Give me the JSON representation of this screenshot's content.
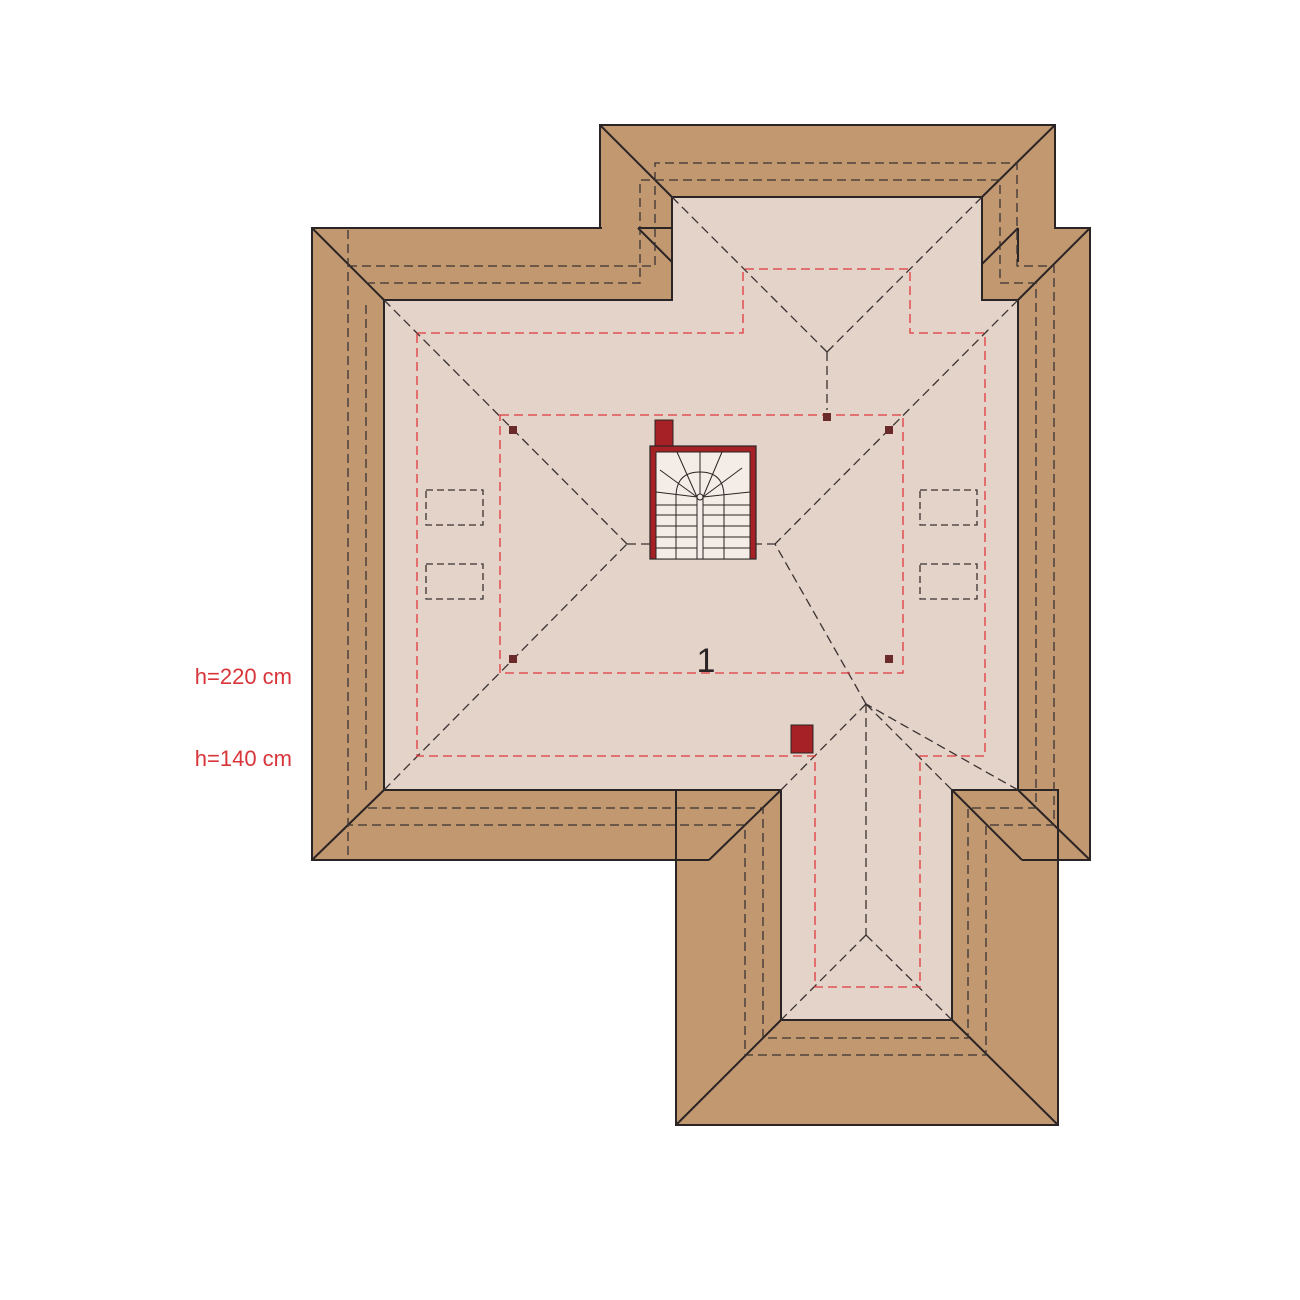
{
  "colors": {
    "roof": "#c19870",
    "attic_floor": "#e4d3c8",
    "outline": "#2b2424",
    "ridge_dash": "#3a3232",
    "height_line": "#e0383e",
    "chimney": "#a62125",
    "post": "#6b2a2a",
    "legend_text": "#d8353b"
  },
  "legend": {
    "h220": "h=220 cm",
    "h140": "h=140 cm"
  },
  "rooms": {
    "main_label": "1"
  }
}
